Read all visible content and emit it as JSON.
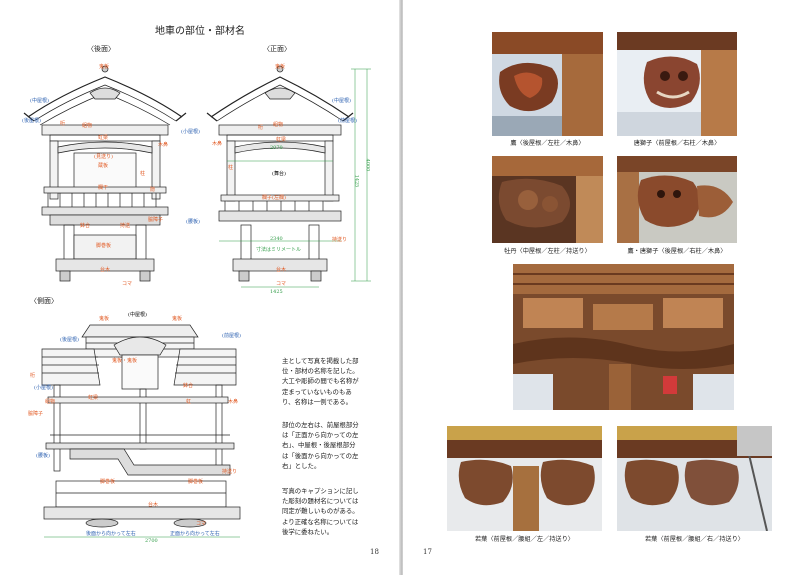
{
  "left_page": {
    "title": "地車の部位・部材名",
    "views": {
      "rear": "〈後面〉",
      "front": "〈正面〉",
      "side": "〈側面〉"
    },
    "rear_labels": {
      "onita": "鬼板",
      "naka_yane": "(中屋根)",
      "ushiro_yane": "(後屋根)",
      "keta": "桁",
      "kumimono": "組物",
      "kougai": "虹梁",
      "mikoshi": "(見送り)",
      "mokuhen": "木鼻",
      "zushi": "蔵板",
      "hashira": "柱",
      "kakushi": "隠",
      "rankan": "欄干",
      "koshimawari": "脇障子",
      "hashira2": "持送",
      "hachi": "鉢合",
      "shitaban": "脚巻板",
      "daiki": "台木",
      "koma": "コマ"
    },
    "front_labels": {
      "onita": "鬼板",
      "naka_yane": "(中屋根)",
      "mae_yane": "(前屋根)",
      "ko_yane": "(小屋根)",
      "kumimono": "組物",
      "keta": "桁",
      "kougai": "虹梁",
      "mokuhen": "木鼻",
      "hashira": "柱",
      "butai": "(舞台)",
      "rankan_r": "欄子(左欄)",
      "koshiita": "(腰板)",
      "mochiokuri": "持送り",
      "sunpou_note": "寸法はミリメートル",
      "daiki": "台木",
      "koma": "コマ"
    },
    "front_dims": {
      "w_top": "2070",
      "w_mid": "2340",
      "w_bottom": "1425",
      "h_total": "4000",
      "h_part": "1425"
    },
    "side_labels": {
      "naka_yane": "(中屋根)",
      "onita": "鬼板",
      "onita2": "鬼板",
      "mae_yane": "(前屋根)",
      "ushiro_yane": "(後屋根)",
      "shishiguchi": "鬼板・鬼板",
      "ko_yane": "(小屋根)",
      "keta": "桁",
      "kumimono": "組物",
      "kougai": "虹梁",
      "hachi": "鉢合",
      "kou": "虹",
      "mokuhen": "木鼻",
      "waki": "脇障子",
      "koshimawari": "(腰板)",
      "mochiokuri": "持送り",
      "shitaban": "脚巻板",
      "daiki": "台木",
      "koma": "コマ",
      "back_dir": "後面から向かって左右",
      "front_dir": "正面から向かって左右",
      "dim": "2700"
    },
    "paragraphs": [
      "主として写真を掲載した部位・部材の名称を記した。大工や彫師の間でも名称が定まっていないものもあり、名称は一例である。",
      "部位の左右は、前屋根部分は「正面から向かっての左右」、中屋根・後屋根部分は「後面から向かっての左右」とした。",
      "写真のキャプションに記した彫刻の題材名については同定が難しいものがある。より正確な名称については後学に委ねたい。"
    ],
    "page_number": "18"
  },
  "right_page": {
    "page_number": "17",
    "captions": [
      "鷹〈後屋根／左柱／木鼻〉",
      "唐獅子〈前屋根／右柱／木鼻〉",
      "牡丹〈中屋根／左柱／持送り〉",
      "鷹・唐獅子〈後屋根／右柱／木鼻〉",
      "若葉〈前屋根／腰組／左／持送り〉",
      "若葉〈前屋根／腰組／右／持送り〉"
    ]
  }
}
